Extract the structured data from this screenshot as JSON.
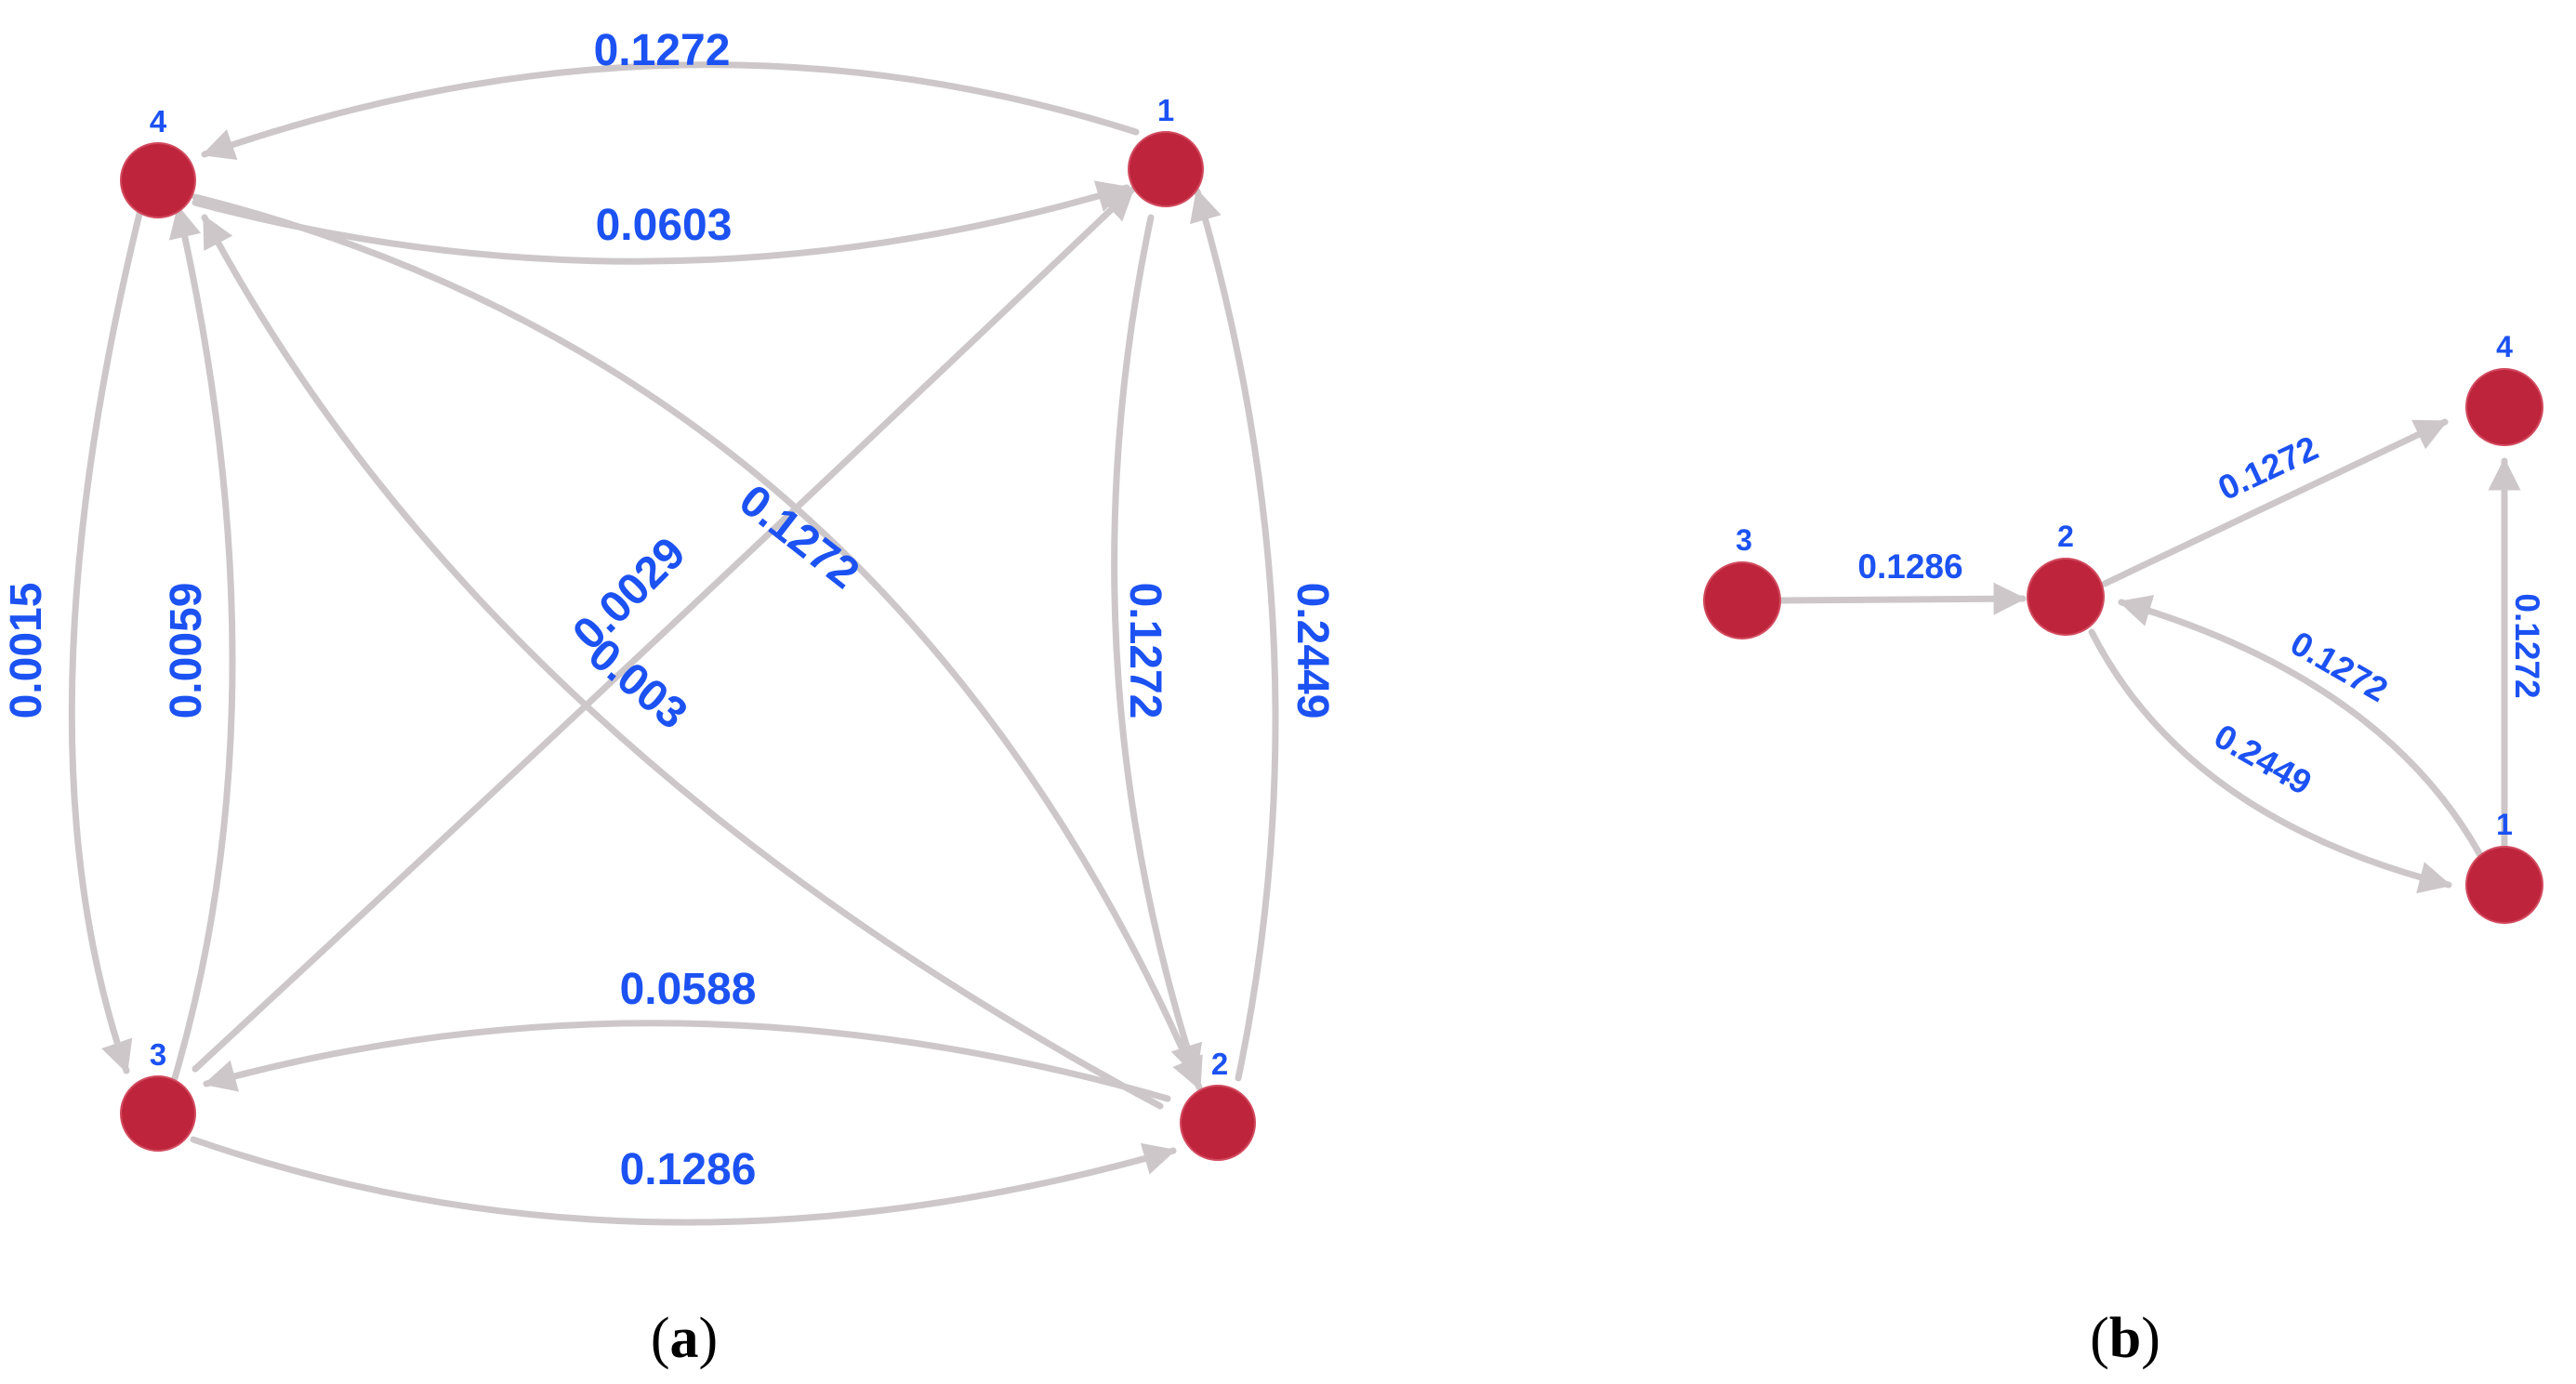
{
  "panels": [
    {
      "id": "a",
      "caption_open": "(",
      "caption_letter": "a",
      "caption_close": ")",
      "nodes": [
        "4",
        "1",
        "3",
        "2"
      ],
      "edges": [
        {
          "from": "1",
          "to": "4",
          "weight": "0.1272"
        },
        {
          "from": "4",
          "to": "1",
          "weight": "0.0603"
        },
        {
          "from": "4",
          "to": "3",
          "weight": "0.0015"
        },
        {
          "from": "3",
          "to": "4",
          "weight": "0.0059"
        },
        {
          "from": "3",
          "to": "1",
          "weight": "0.0029"
        },
        {
          "from": "2",
          "to": "4",
          "weight": "0.003"
        },
        {
          "from": "4",
          "to": "2",
          "weight": "0.1272"
        },
        {
          "from": "1",
          "to": "2",
          "weight": "0.1272"
        },
        {
          "from": "2",
          "to": "1",
          "weight": "0.2449"
        },
        {
          "from": "2",
          "to": "3",
          "weight": "0.0588"
        },
        {
          "from": "3",
          "to": "2",
          "weight": "0.1286"
        }
      ]
    },
    {
      "id": "b",
      "caption_open": "(",
      "caption_letter": "b",
      "caption_close": ")",
      "nodes": [
        "3",
        "2",
        "4",
        "1"
      ],
      "edges": [
        {
          "from": "3",
          "to": "2",
          "weight": "0.1286"
        },
        {
          "from": "2",
          "to": "4",
          "weight": "0.1272"
        },
        {
          "from": "1",
          "to": "2",
          "weight": "0.1272"
        },
        {
          "from": "2",
          "to": "1",
          "weight": "0.2449"
        },
        {
          "from": "1",
          "to": "4",
          "weight": "0.1272"
        }
      ]
    }
  ],
  "colors": {
    "node_fill": "#be253d",
    "edge_stroke": "#cdc7c9",
    "label_text": "#1c52f2"
  }
}
